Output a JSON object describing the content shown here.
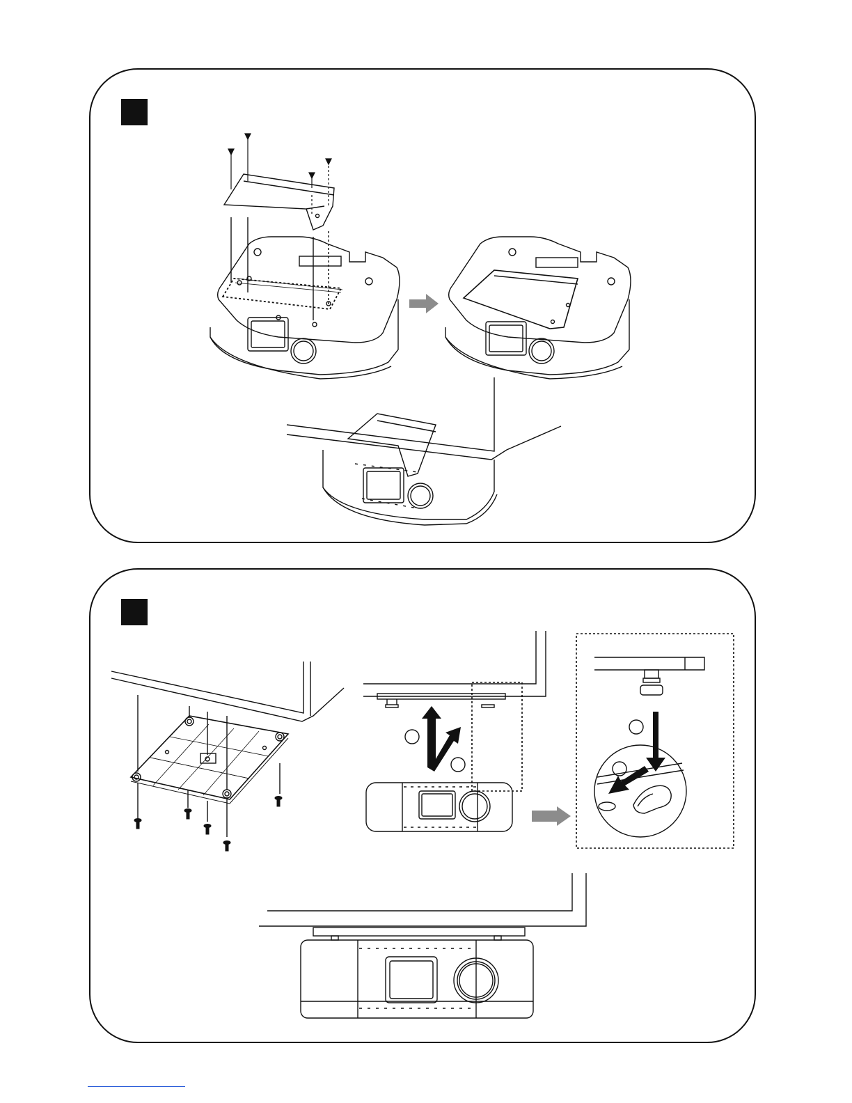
{
  "colors": {
    "stroke": "#111111",
    "arrow_gray": "#8c8c8c",
    "footer_line": "#1a4fd6"
  },
  "panels": [
    {
      "id": "panel-1",
      "content": "bracket-mounting-under-cabinet"
    },
    {
      "id": "panel-2",
      "content": "mounting-plate-under-cabinet"
    }
  ]
}
